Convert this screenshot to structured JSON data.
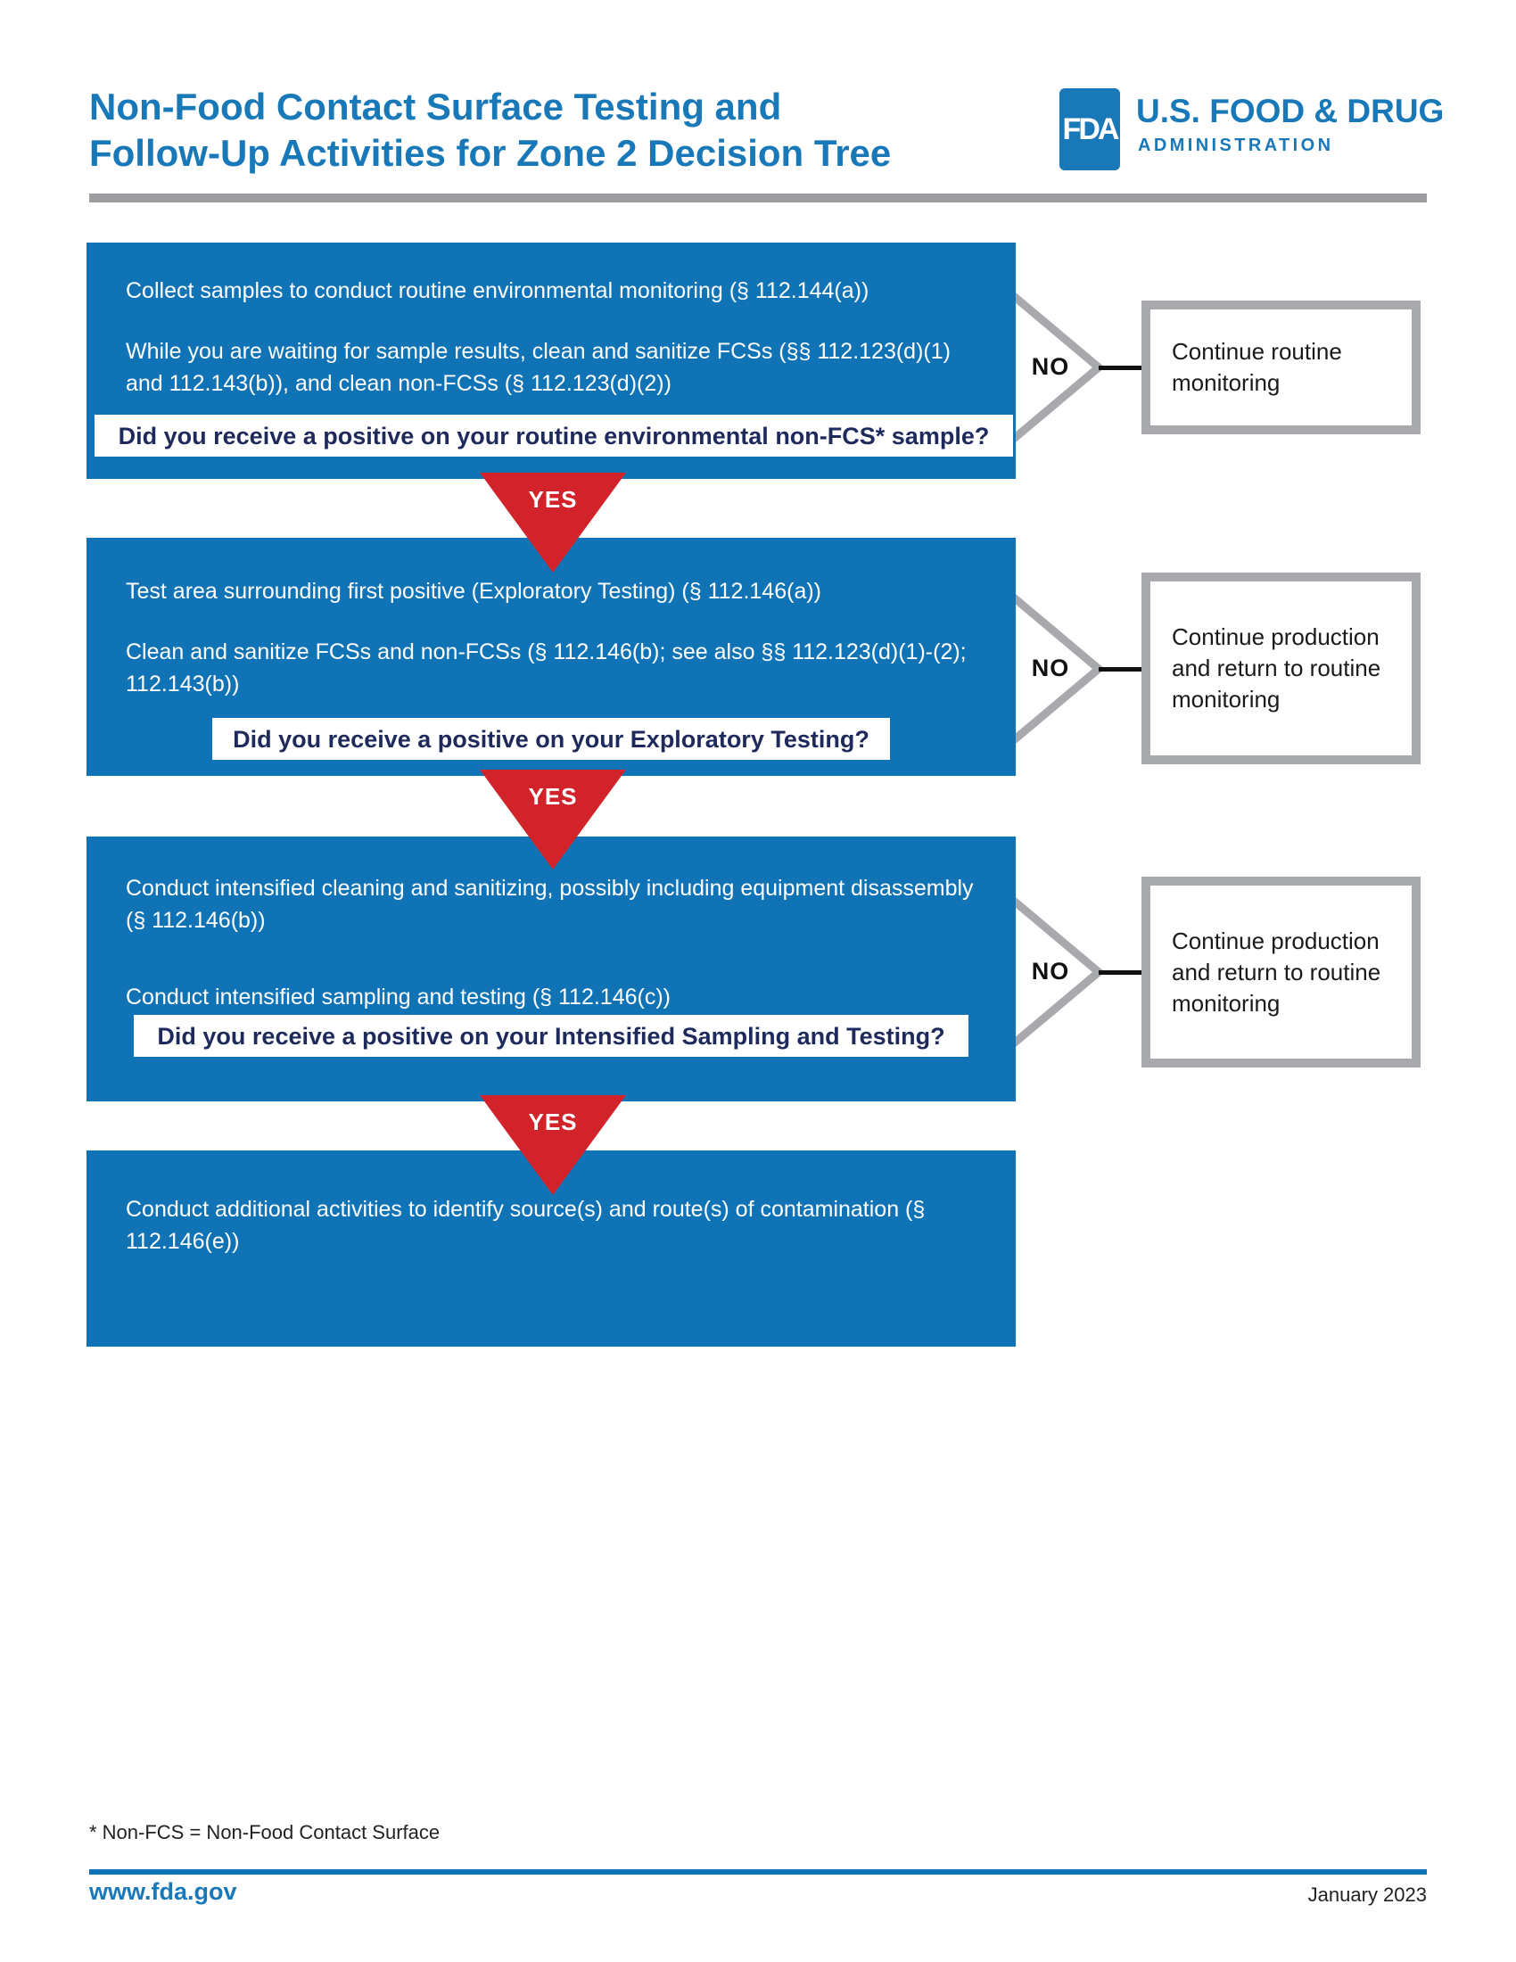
{
  "header": {
    "title_line1": "Non-Food Contact Surface Testing and",
    "title_line2": "Follow-Up Activities for Zone 2 Decision Tree",
    "logo": {
      "acronym": "FDA",
      "org_line1": "U.S. FOOD & DRUG",
      "org_line2": "ADMINISTRATION"
    }
  },
  "flow": {
    "yes_label": "YES",
    "no_label": "NO",
    "boxes": [
      {
        "paragraphs": [
          "Collect samples to conduct routine environmental monitoring (§ 112.144(a))",
          "While you are waiting for sample results, clean and sanitize FCSs (§§ 112.123(d)(1) and 112.143(b)), and clean non-FCSs (§ 112.123(d)(2))"
        ],
        "question": "Did you receive a positive on your routine environmental non-FCS* sample?"
      },
      {
        "paragraphs": [
          "Test area surrounding first positive (Exploratory Testing) (§ 112.146(a))",
          "Clean and sanitize FCSs and non-FCSs (§ 112.146(b); see also §§ 112.123(d)(1)-(2); 112.143(b))"
        ],
        "question": "Did you receive a positive on your Exploratory Testing?"
      },
      {
        "paragraphs": [
          "Conduct intensified cleaning and sanitizing, possibly including equipment disassembly (§ 112.146(b))",
          "Conduct intensified sampling and testing (§ 112.146(c))"
        ],
        "question": "Did you receive a positive on your Intensified Sampling and Testing?"
      },
      {
        "paragraphs": [
          "Conduct additional activities to identify source(s) and route(s) of contamination (§ 112.146(e))"
        ]
      }
    ],
    "outcomes": [
      "Continue routine monitoring",
      "Continue production and return to routine monitoring",
      "Continue production and return to routine monitoring"
    ]
  },
  "footnote": "* Non-FCS = Non-Food Contact Surface",
  "footer": {
    "site": "www.fda.gov",
    "date": "January 2023"
  },
  "colors": {
    "fda_blue": "#1073b6",
    "title_blue": "#1878b8",
    "yes_red": "#d2232a",
    "question_navy": "#1f2a5c",
    "border_gray": "#a7a9ac",
    "rule_gray": "#9b9da0"
  }
}
